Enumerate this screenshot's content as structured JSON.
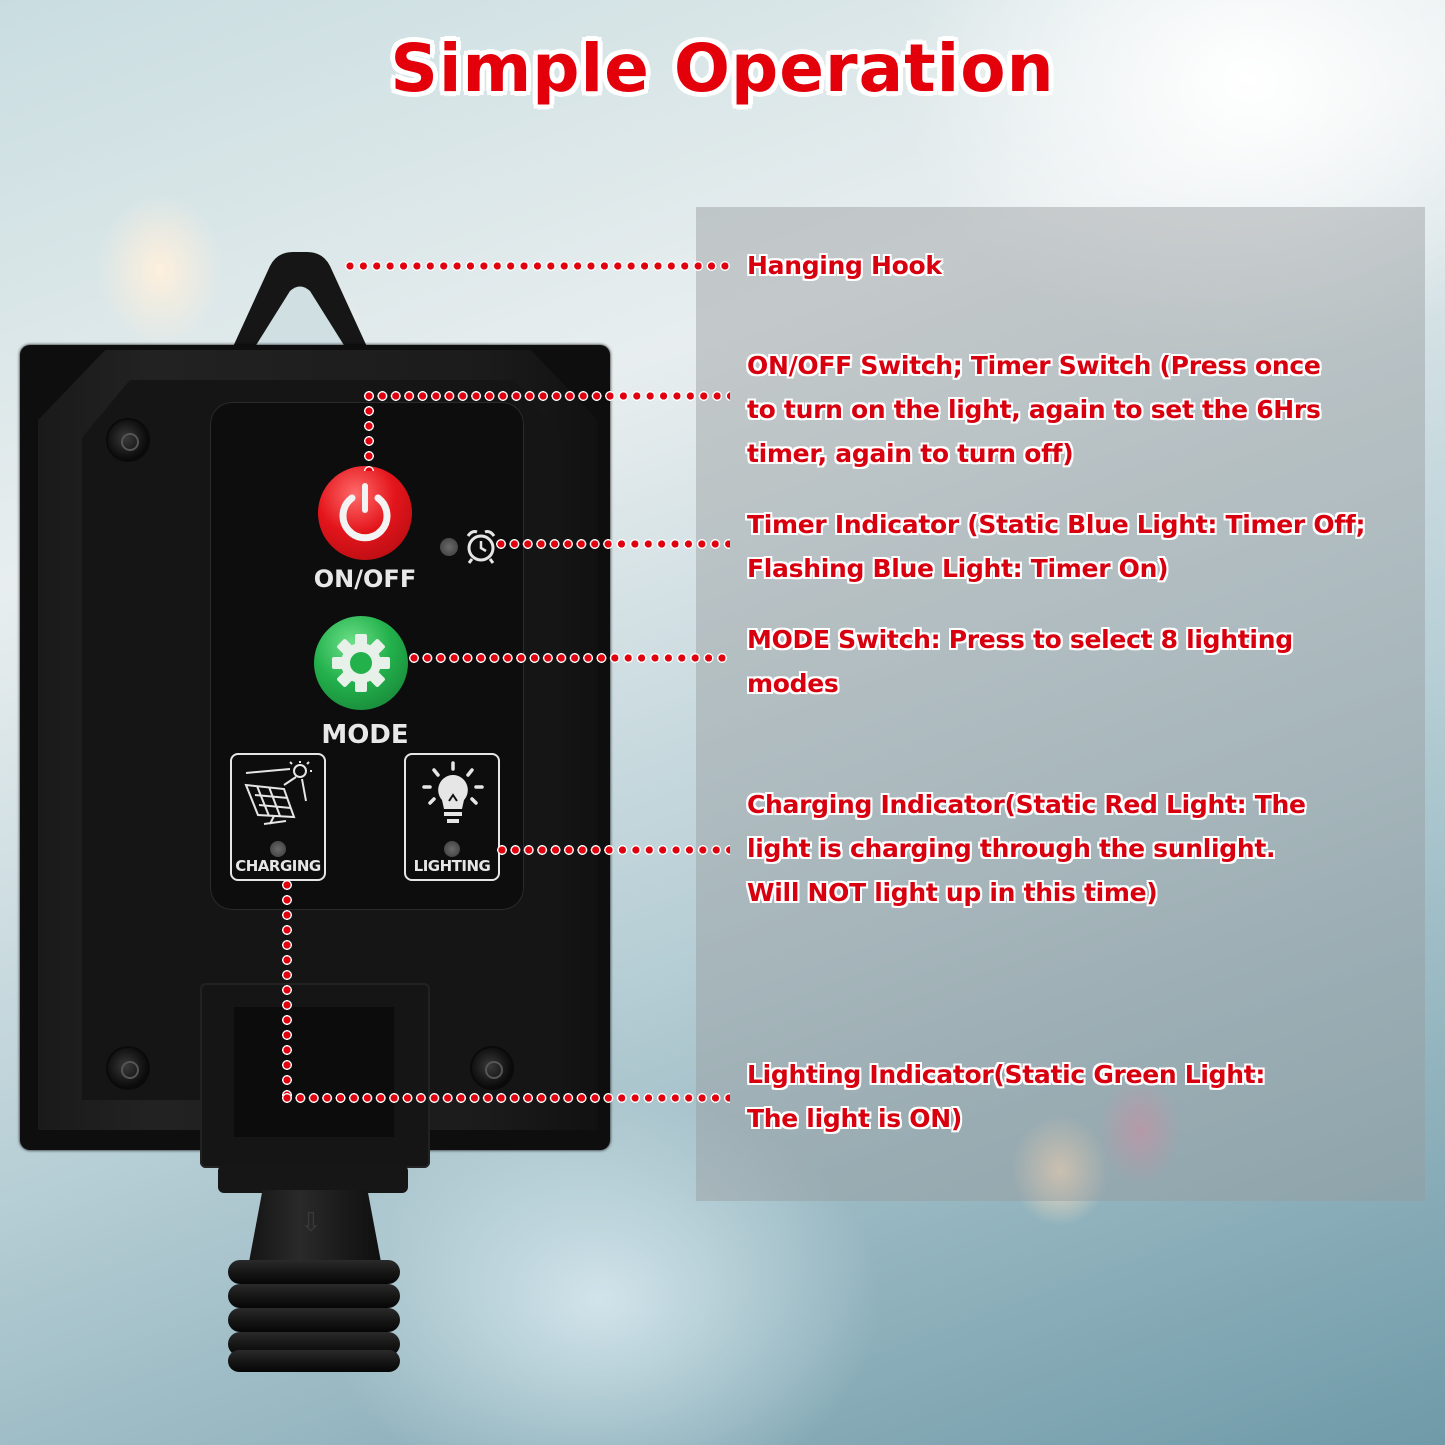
{
  "header": {
    "title": "Simple Operation",
    "title_color": "#e3000b"
  },
  "device": {
    "power_button": {
      "label": "ON/OFF",
      "icon": "power-icon",
      "color": "#e3151b"
    },
    "mode_button": {
      "label": "MODE",
      "icon": "gear-icon",
      "color": "#23b14c"
    },
    "timer_indicator": {
      "icon": "alarm-clock-icon"
    },
    "charging_indicator": {
      "label": "CHARGING",
      "icon": "solar-panel-icon"
    },
    "lighting_indicator": {
      "label": "LIGHTING",
      "icon": "light-bulb-icon"
    },
    "connector": {
      "icon": "down-arrow-icon"
    }
  },
  "callouts": [
    {
      "id": "hanging-hook",
      "lines": [
        "Hanging Hook"
      ]
    },
    {
      "id": "on-off-switch",
      "lines": [
        "ON/OFF Switch; Timer Switch (Press once",
        "to turn on the light, again to set the 6Hrs",
        "timer, again to turn off)"
      ]
    },
    {
      "id": "timer-indicator",
      "lines": [
        "Timer Indicator (Static Blue Light: Timer Off;",
        "Flashing Blue Light: Timer On)"
      ]
    },
    {
      "id": "mode-switch",
      "lines": [
        "MODE Switch: Press to select 8 lighting",
        "modes"
      ]
    },
    {
      "id": "charging-indicator",
      "lines": [
        "Charging Indicator(Static Red Light: The",
        "light is charging through the sunlight.",
        "Will NOT light up in this time)"
      ]
    },
    {
      "id": "lighting-indicator",
      "lines": [
        "Lighting Indicator(Static Green Light:",
        "The light is ON)"
      ]
    }
  ],
  "colors": {
    "callout_text": "#d8000f",
    "leader_dot": "#e0000e",
    "panel_overlay": "rgba(150,155,158,0.45)"
  }
}
